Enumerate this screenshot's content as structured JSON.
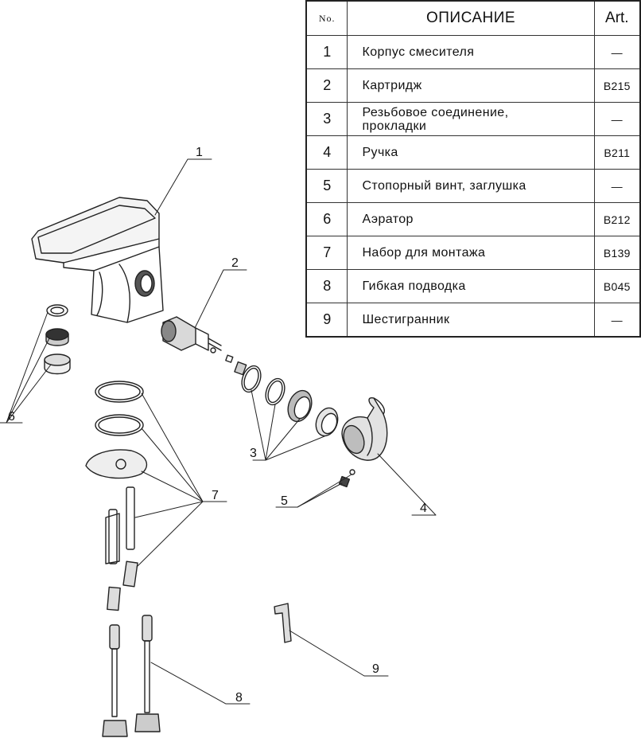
{
  "table": {
    "header": {
      "no": "No.",
      "description": "ОПИСАНИЕ",
      "art": "Art."
    },
    "rows": [
      {
        "no": "1",
        "description": "Корпус смесителя",
        "art": "—"
      },
      {
        "no": "2",
        "description": "Картридж",
        "art": "B215"
      },
      {
        "no": "3",
        "description": "Резьбовое соединение, прокладки",
        "art": "—"
      },
      {
        "no": "4",
        "description": "Ручка",
        "art": "B211"
      },
      {
        "no": "5",
        "description": "Стопорный винт, заглушка",
        "art": "—"
      },
      {
        "no": "6",
        "description": "Аэратор",
        "art": "B212"
      },
      {
        "no": "7",
        "description": "Набор для монтажа",
        "art": "B139"
      },
      {
        "no": "8",
        "description": "Гибкая подводка",
        "art": "B045"
      },
      {
        "no": "9",
        "description": "Шестигранник",
        "art": "—"
      }
    ]
  },
  "callouts": [
    "1",
    "2",
    "3",
    "4",
    "5",
    "6",
    "7",
    "8",
    "9"
  ]
}
